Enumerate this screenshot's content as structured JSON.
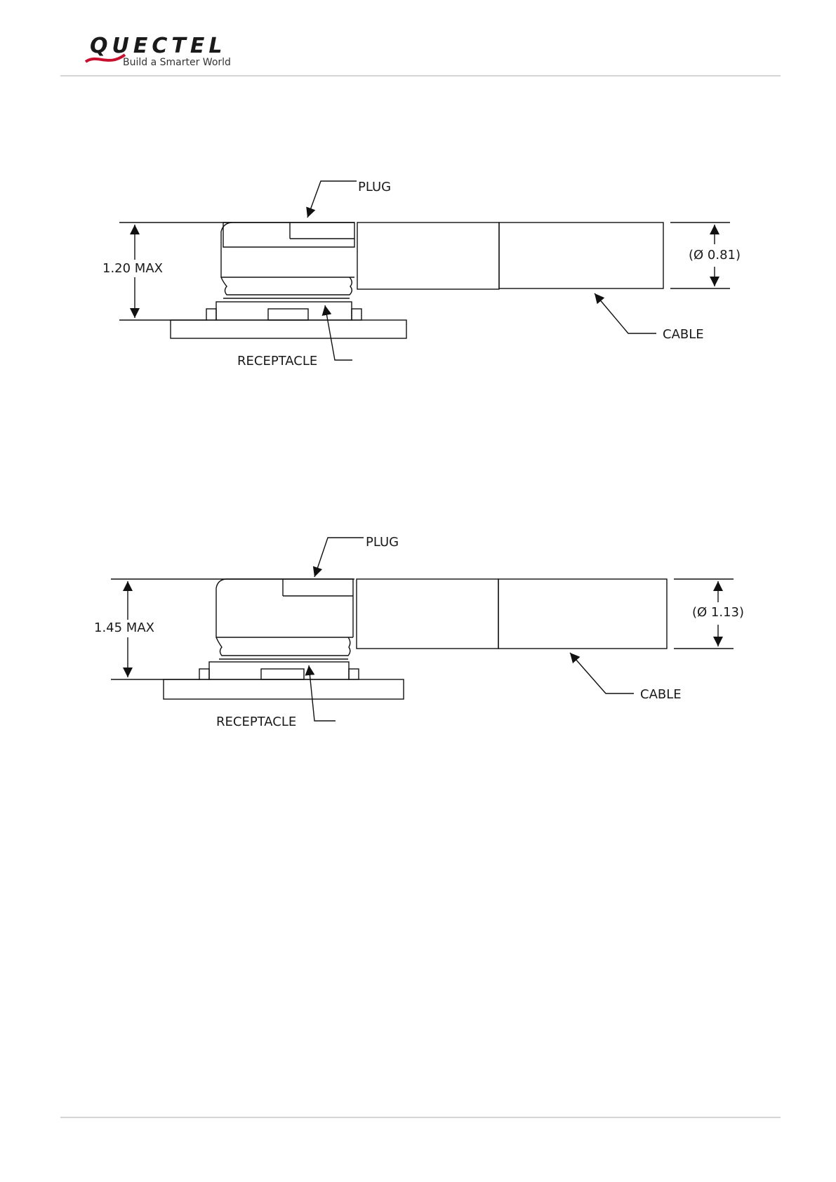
{
  "header": {
    "logo_text": "QUECTEL",
    "logo_tagline": "Build a Smarter World"
  },
  "figures": [
    {
      "plug_label": "PLUG",
      "receptacle_label": "RECEPTACLE",
      "cable_label": "CABLE",
      "height_dimension": "1.20 MAX",
      "cable_diameter": "(Ø 0.81)"
    },
    {
      "plug_label": "PLUG",
      "receptacle_label": "RECEPTACLE",
      "cable_label": "CABLE",
      "height_dimension": "1.45 MAX",
      "cable_diameter": "(Ø 1.13)"
    }
  ]
}
